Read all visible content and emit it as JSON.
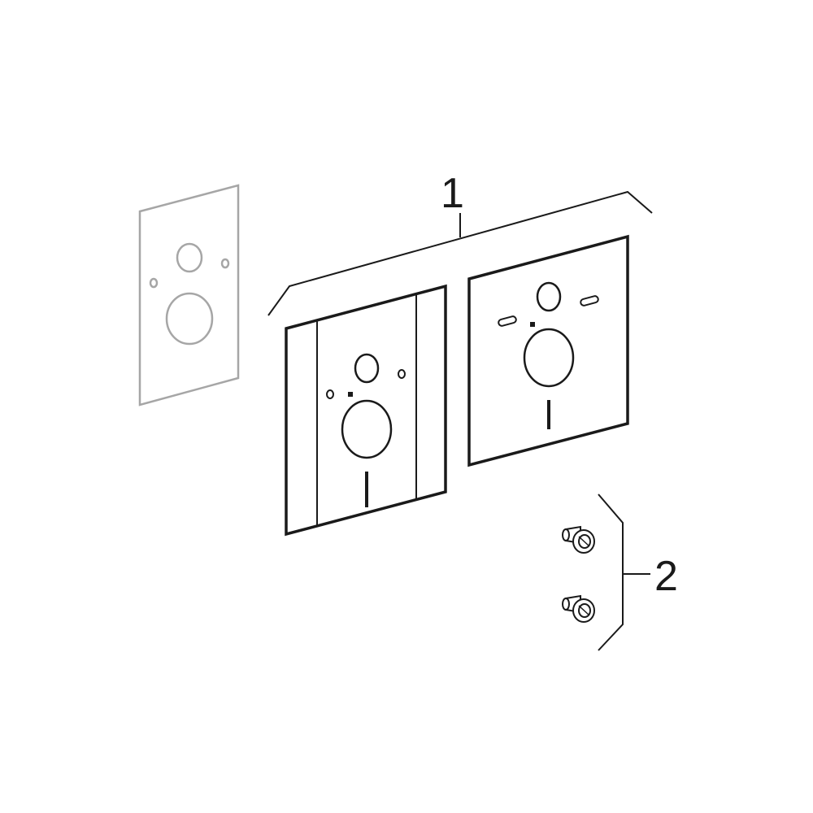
{
  "callouts": [
    {
      "id": "callout-1",
      "label": "1"
    },
    {
      "id": "callout-2",
      "label": "2"
    }
  ],
  "colors": {
    "line": "#1a1a1a",
    "ghost": "#a6a6a6",
    "background": "#ffffff"
  },
  "icons": {
    "ghost_plate": "reference-soundproofing-plate-icon",
    "plate_left": "soundproofing-plate-with-side-strips-icon",
    "plate_right": "soundproofing-plate-icon",
    "screw_top": "screw-icon",
    "screw_bottom": "screw-icon"
  }
}
